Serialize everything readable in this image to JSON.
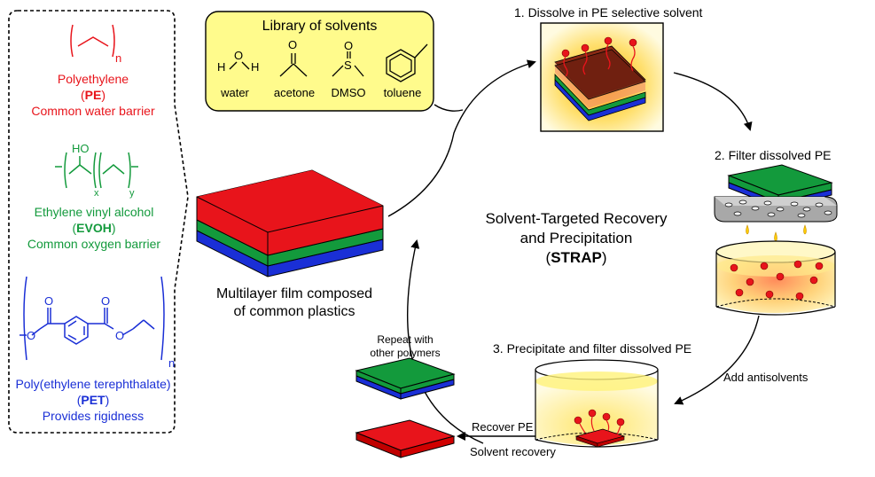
{
  "library": {
    "title": "Library of solvents",
    "solvents": [
      {
        "name": "water"
      },
      {
        "name": "acetone"
      },
      {
        "name": "DMSO"
      },
      {
        "name": "toluene"
      }
    ],
    "atoms": {
      "h": "H",
      "o": "O",
      "s": "S"
    }
  },
  "polymers": {
    "pe": {
      "name": "Polyethylene",
      "open": "(",
      "abbr": "PE",
      "close": ")",
      "role": "Common water barrier",
      "subscript": "n"
    },
    "evoh": {
      "name": "Ethylene vinyl alcohol",
      "open": "(",
      "abbr": "EVOH",
      "close": ")",
      "role": "Common oxygen barrier",
      "ho": "HO",
      "sub_x": "x",
      "sub_y": "y"
    },
    "pet": {
      "name": "Poly(ethylene terephthalate)",
      "open": "(",
      "abbr": "PET",
      "close": ")",
      "role": "Provides rigidness",
      "o": "O",
      "subscript": "n"
    }
  },
  "multilayer": {
    "line1": "Multilayer film composed",
    "line2": "of common plastics"
  },
  "center": {
    "line1": "Solvent-Targeted Recovery",
    "line2": "and Precipitation",
    "open": "(",
    "abbr": "STRAP",
    "close": ")"
  },
  "steps": {
    "dissolve": "1. Dissolve in PE selective solvent",
    "filter": "2. Filter dissolved PE",
    "precipitate": "3. Precipitate and filter dissolved PE"
  },
  "labels": {
    "add_antisolvents": "Add antisolvents",
    "repeat_line1": "Repeat with",
    "repeat_line2": "other polymers",
    "recover_pe": "Recover PE",
    "solvent_recovery": "Solvent recovery"
  },
  "colors": {
    "pe": "#e8141b",
    "evoh": "#139a3c",
    "pet": "#1a2fd6",
    "library_box": "#fffb8c",
    "beaker_liquid": "#ffd86b"
  }
}
